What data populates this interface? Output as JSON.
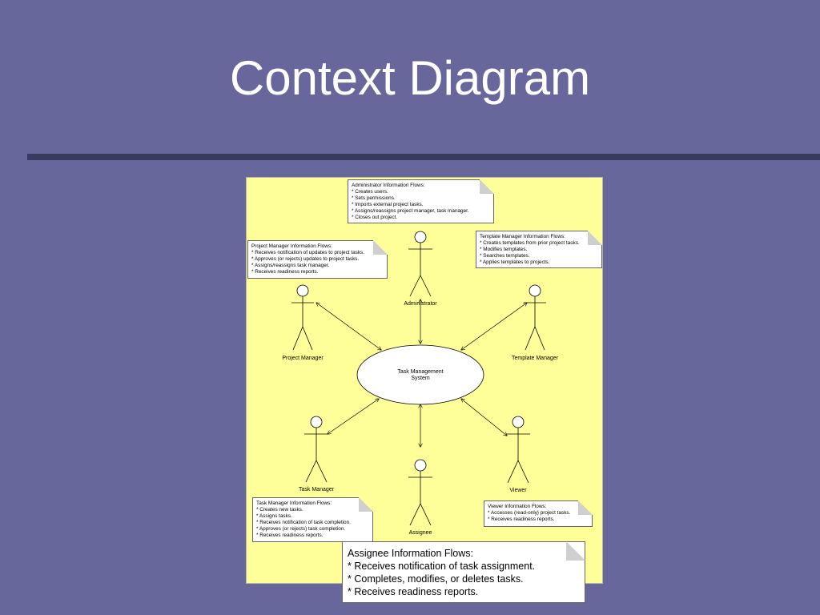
{
  "slide": {
    "title": "Context Diagram"
  },
  "diagram": {
    "system": {
      "label_line1": "Task Management",
      "label_line2": "System"
    },
    "actors": {
      "administrator": "Administrator",
      "project_manager": "Project Manager",
      "template_manager": "Template Manager",
      "task_manager": "Task Manager",
      "assignee": "Assignee",
      "viewer": "Viewer"
    },
    "notes": {
      "administrator": {
        "title": "Administrator Information Flows:",
        "items": [
          "*  Creates users.",
          "*  Sets permissions.",
          "*  Imports external project tasks.",
          "*  Assigns/reassigns project manager, task manager.",
          "*  Closes out project."
        ]
      },
      "project_manager": {
        "title": "Project Manager Information Flows:",
        "items": [
          "*  Receives notification of updates to project tasks.",
          "*  Approves (or rejects) updates to project tasks.",
          "*  Assigns/reassigns task manager.",
          "*  Receives readiness reports."
        ]
      },
      "template_manager": {
        "title": "Template Manager Information Flows:",
        "items": [
          "*  Creates templates from prior project tasks.",
          "*  Modifies templates.",
          "*  Searches templates.",
          "*  Applies templates to projects."
        ]
      },
      "task_manager": {
        "title": "Task Manager Information Flows:",
        "items": [
          "*  Creates new tasks.",
          "*  Assigns tasks.",
          "*  Receives notification of task completion.",
          "*  Approves (or rejects) task completion.",
          "*  Receives readiness reports."
        ]
      },
      "viewer": {
        "title": "Viewer Information Flows:",
        "items": [
          "*  Accesses (read-only) project tasks.",
          "*  Receives readiness reports."
        ]
      },
      "assignee": {
        "title": "Assignee Information Flows:",
        "items": [
          "*  Receives notification of task assignment.",
          "*  Completes, modifies, or deletes tasks.",
          "*  Receives readiness reports."
        ]
      }
    }
  }
}
